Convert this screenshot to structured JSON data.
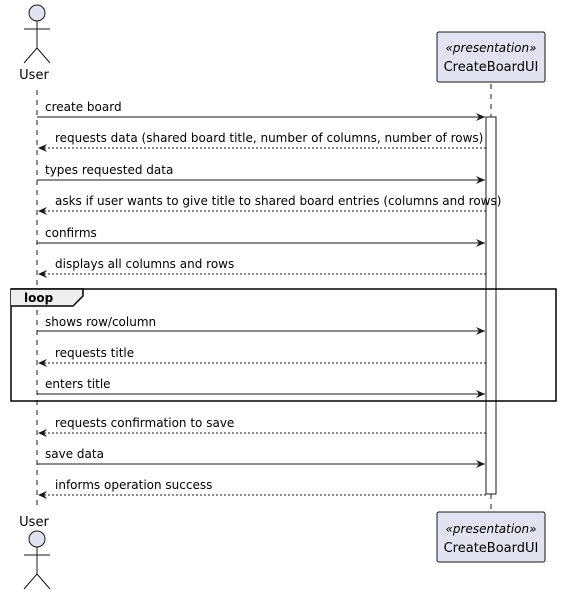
{
  "diagram_type": "sequence",
  "colors": {
    "participant_fill": "#E2E2F0",
    "participant_stroke": "#181818",
    "line": "#181818",
    "lifeline": "#181818",
    "background": "#FFFFFF"
  },
  "participants": {
    "user": {
      "name": "User",
      "kind": "actor",
      "icon": "stick-figure-icon"
    },
    "ui": {
      "name": "CreateBoardUI",
      "stereotype": "«presentation»",
      "kind": "participant"
    }
  },
  "messages": [
    {
      "text": "create board",
      "direction": "to_ui",
      "style": "solid"
    },
    {
      "text": "requests data (shared board title, number of columns, number of rows)",
      "direction": "to_user",
      "style": "dashed"
    },
    {
      "text": "types requested data",
      "direction": "to_ui",
      "style": "solid"
    },
    {
      "text": "asks if user wants to give title to shared board entries (columns and rows)",
      "direction": "to_user",
      "style": "dashed"
    },
    {
      "text": "confirms",
      "direction": "to_ui",
      "style": "solid"
    },
    {
      "text": "displays all columns and rows",
      "direction": "to_user",
      "style": "dashed"
    },
    {
      "text": "shows row/column",
      "direction": "to_ui",
      "style": "solid"
    },
    {
      "text": "requests title",
      "direction": "to_user",
      "style": "dashed"
    },
    {
      "text": "enters title",
      "direction": "to_ui",
      "style": "solid"
    },
    {
      "text": "requests confirmation to save",
      "direction": "to_user",
      "style": "dashed"
    },
    {
      "text": "save data",
      "direction": "to_ui",
      "style": "solid"
    },
    {
      "text": "informs operation success",
      "direction": "to_user",
      "style": "dashed"
    }
  ],
  "fragments": [
    {
      "label": "loop",
      "first_message": 6,
      "last_message": 8
    }
  ]
}
